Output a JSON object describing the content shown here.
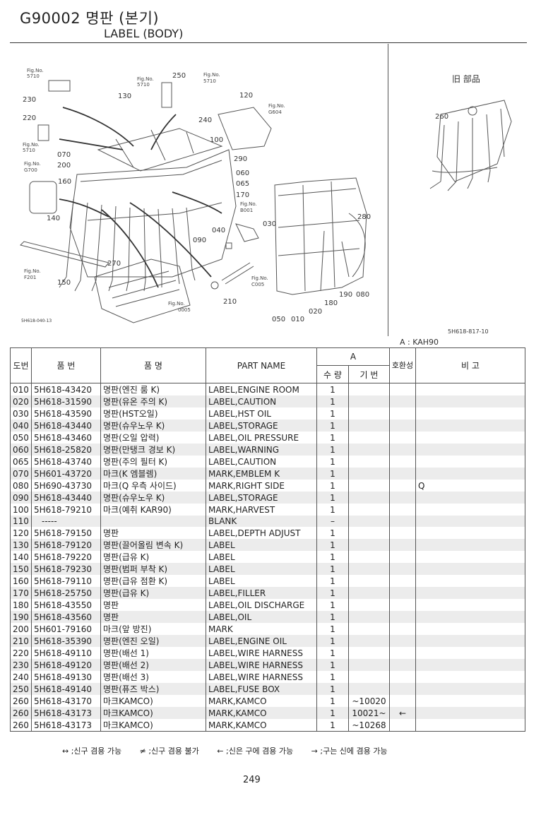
{
  "header": {
    "code": "G90002 명판 (본기)",
    "subtitle": "LABEL (BODY)"
  },
  "diagram": {
    "id_left": "5H618-040-13",
    "id_right": "5H618-817-10",
    "old_parts_caption": "旧 部品",
    "callouts": [
      "250",
      "130",
      "120",
      "230",
      "220",
      "240",
      "100",
      "070",
      "200",
      "290",
      "160",
      "060",
      "065",
      "170",
      "140",
      "280",
      "030",
      "040",
      "090",
      "270",
      "150",
      "210",
      "180",
      "190",
      "080",
      "050",
      "010",
      "020",
      "260"
    ],
    "fig_refs": [
      {
        "label": "Fig.No.",
        "num": "5710"
      },
      {
        "label": "Fig.No.",
        "num": "5710"
      },
      {
        "label": "Fig.No.",
        "num": "5710"
      },
      {
        "label": "Fig.No.",
        "num": "G604"
      },
      {
        "label": "Fig.No.",
        "num": "5710"
      },
      {
        "label": "Fig.No.",
        "num": "G700"
      },
      {
        "label": "Fig.No.",
        "num": "B001"
      },
      {
        "label": "Fig.No.",
        "num": "F201"
      },
      {
        "label": "Fig.No.",
        "num": "C005"
      },
      {
        "label": "Fig.No.",
        "num": "0005"
      }
    ]
  },
  "table": {
    "model_label": "A : KAH90",
    "headers": {
      "no": "도번",
      "part_no": "품 번",
      "name_kr": "품 명",
      "part_name": "PART NAME",
      "group": "A",
      "qty": "수 량",
      "serial": "기 번",
      "interchange": "호환성",
      "remarks": "비 고"
    },
    "rows": [
      {
        "no": "010",
        "pn": "5H618-43420",
        "kr": "명판(엔진 룸 K)",
        "en": "LABEL,ENGINE ROOM",
        "qty": "1",
        "serial": "",
        "ic": "",
        "rm": ""
      },
      {
        "no": "020",
        "pn": "5H618-31590",
        "kr": "명판(유온 주의 K)",
        "en": "LABEL,CAUTION",
        "qty": "1",
        "serial": "",
        "ic": "",
        "rm": ""
      },
      {
        "no": "030",
        "pn": "5H618-43590",
        "kr": "명판(HST오일)",
        "en": "LABEL,HST OIL",
        "qty": "1",
        "serial": "",
        "ic": "",
        "rm": ""
      },
      {
        "no": "040",
        "pn": "5H618-43440",
        "kr": "명판(슈우노우 K)",
        "en": "LABEL,STORAGE",
        "qty": "1",
        "serial": "",
        "ic": "",
        "rm": ""
      },
      {
        "no": "050",
        "pn": "5H618-43460",
        "kr": "명판(오일 압력)",
        "en": "LABEL,OIL PRESSURE",
        "qty": "1",
        "serial": "",
        "ic": "",
        "rm": ""
      },
      {
        "no": "060",
        "pn": "5H618-25820",
        "kr": "명판(만탱크 경보 K)",
        "en": "LABEL,WARNING",
        "qty": "1",
        "serial": "",
        "ic": "",
        "rm": ""
      },
      {
        "no": "065",
        "pn": "5H618-43740",
        "kr": "명판(주의 필터 K)",
        "en": "LABEL,CAUTION",
        "qty": "1",
        "serial": "",
        "ic": "",
        "rm": ""
      },
      {
        "no": "070",
        "pn": "5H601-43720",
        "kr": "마크(K 엠블렘)",
        "en": "MARK,EMBLEM K",
        "qty": "1",
        "serial": "",
        "ic": "",
        "rm": ""
      },
      {
        "no": "080",
        "pn": "5H690-43730",
        "kr": "마크(Q 우측 사이드)",
        "en": "MARK,RIGHT SIDE",
        "qty": "1",
        "serial": "",
        "ic": "",
        "rm": "Q"
      },
      {
        "no": "090",
        "pn": "5H618-43440",
        "kr": "명판(슈우노우 K)",
        "en": "LABEL,STORAGE",
        "qty": "1",
        "serial": "",
        "ic": "",
        "rm": ""
      },
      {
        "no": "100",
        "pn": "5H618-79210",
        "kr": "마크(예취 KAR90)",
        "en": "MARK,HARVEST",
        "qty": "1",
        "serial": "",
        "ic": "",
        "rm": ""
      },
      {
        "no": "110",
        "pn": "-----",
        "kr": "",
        "en": "BLANK",
        "qty": "–",
        "serial": "",
        "ic": "",
        "rm": ""
      },
      {
        "no": "120",
        "pn": "5H618-79150",
        "kr": "명판",
        "en": "LABEL,DEPTH ADJUST",
        "qty": "1",
        "serial": "",
        "ic": "",
        "rm": ""
      },
      {
        "no": "130",
        "pn": "5H618-79120",
        "kr": "명판(끌어올림 변속 K)",
        "en": "LABEL",
        "qty": "1",
        "serial": "",
        "ic": "",
        "rm": ""
      },
      {
        "no": "140",
        "pn": "5H618-79220",
        "kr": "명판(급유 K)",
        "en": "LABEL",
        "qty": "1",
        "serial": "",
        "ic": "",
        "rm": ""
      },
      {
        "no": "150",
        "pn": "5H618-79230",
        "kr": "명판(범퍼 부착 K)",
        "en": "LABEL",
        "qty": "1",
        "serial": "",
        "ic": "",
        "rm": ""
      },
      {
        "no": "160",
        "pn": "5H618-79110",
        "kr": "명판(급유 점환 K)",
        "en": "LABEL",
        "qty": "1",
        "serial": "",
        "ic": "",
        "rm": ""
      },
      {
        "no": "170",
        "pn": "5H618-25750",
        "kr": "명판(급유 K)",
        "en": "LABEL,FILLER",
        "qty": "1",
        "serial": "",
        "ic": "",
        "rm": ""
      },
      {
        "no": "180",
        "pn": "5H618-43550",
        "kr": "명판",
        "en": "LABEL,OIL DISCHARGE",
        "qty": "1",
        "serial": "",
        "ic": "",
        "rm": ""
      },
      {
        "no": "190",
        "pn": "5H618-43560",
        "kr": "명판",
        "en": "LABEL,OIL",
        "qty": "1",
        "serial": "",
        "ic": "",
        "rm": ""
      },
      {
        "no": "200",
        "pn": "5H601-79160",
        "kr": "마크(앞 방진)",
        "en": "MARK",
        "qty": "1",
        "serial": "",
        "ic": "",
        "rm": ""
      },
      {
        "no": "210",
        "pn": "5H618-35390",
        "kr": "명판(엔진 오일)",
        "en": "LABEL,ENGINE OIL",
        "qty": "1",
        "serial": "",
        "ic": "",
        "rm": ""
      },
      {
        "no": "220",
        "pn": "5H618-49110",
        "kr": "명판(배선 1)",
        "en": "LABEL,WIRE HARNESS",
        "qty": "1",
        "serial": "",
        "ic": "",
        "rm": ""
      },
      {
        "no": "230",
        "pn": "5H618-49120",
        "kr": "명판(배선 2)",
        "en": "LABEL,WIRE HARNESS",
        "qty": "1",
        "serial": "",
        "ic": "",
        "rm": ""
      },
      {
        "no": "240",
        "pn": "5H618-49130",
        "kr": "명판(배선 3)",
        "en": "LABEL,WIRE HARNESS",
        "qty": "1",
        "serial": "",
        "ic": "",
        "rm": ""
      },
      {
        "no": "250",
        "pn": "5H618-49140",
        "kr": "명판(퓨즈 박스)",
        "en": "LABEL,FUSE BOX",
        "qty": "1",
        "serial": "",
        "ic": "",
        "rm": ""
      },
      {
        "no": "260",
        "pn": "5H618-43170",
        "kr": "마크KAMCO)",
        "en": "MARK,KAMCO",
        "qty": "1",
        "serial": "~10020",
        "ic": "",
        "rm": ""
      },
      {
        "no": "260",
        "pn": "5H618-43173",
        "kr": "마크KAMCO)",
        "en": "MARK,KAMCO",
        "qty": "1",
        "serial": "10021~",
        "ic": "←",
        "rm": ""
      },
      {
        "no": "260",
        "pn": "5H618-43173",
        "kr": "마크KAMCO)",
        "en": "MARK,KAMCO",
        "qty": "1",
        "serial": "~10268",
        "ic": "",
        "rm": ""
      }
    ]
  },
  "legend": [
    "↔ ;신구 겸용 가능",
    "≠ ;신구 겸용 불가",
    "← ;신은 구에 겸용 가능",
    "→ ;구는 신에 겸용 가능"
  ],
  "page_number": "249"
}
